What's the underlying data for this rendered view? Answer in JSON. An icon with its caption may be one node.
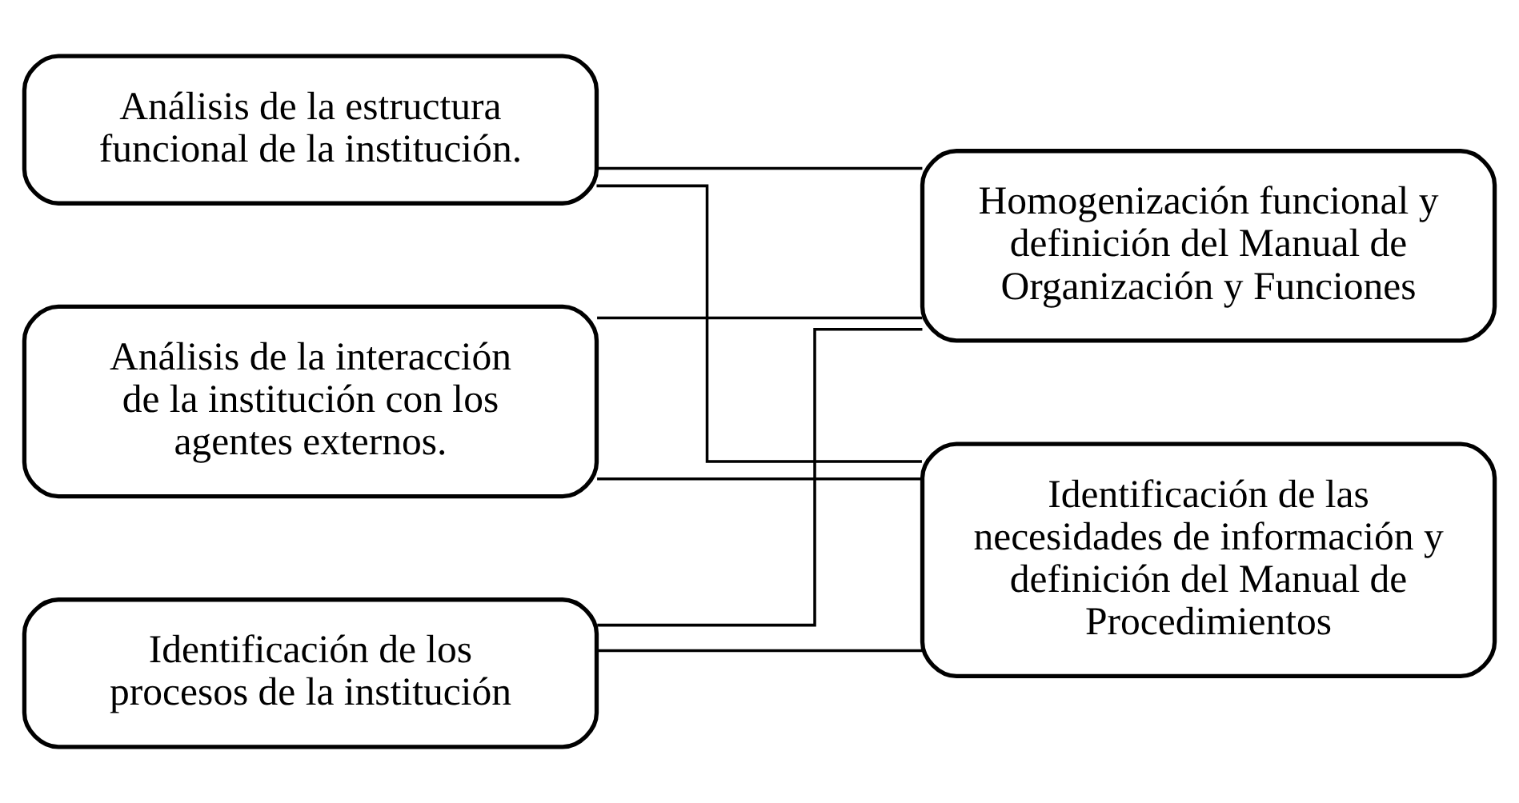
{
  "diagram": {
    "nodes": [
      {
        "text": [
          "Análisis de la estructura funcional de la institución."
        ]
      },
      {
        "text": [
          "Análisis de la interacción de la institución con los agentes externos."
        ]
      },
      {
        "text": [
          "Identificación de los procesos de la institución"
        ]
      },
      {
        "text": [
          "Homogenización funcional y definición del Manual de Organización y Funciones"
        ]
      },
      {
        "text": [
          "Identificación de las necesidades de información y definición del Manual de Procedimientos"
        ]
      }
    ],
    "edges": [
      {
        "from": 0,
        "to": 3,
        "arrow": "none"
      },
      {
        "from": 0,
        "to": 4,
        "arrow": "none"
      },
      {
        "from": 1,
        "to": 3,
        "arrow": "none"
      },
      {
        "from": 1,
        "to": 4,
        "arrow": "none"
      },
      {
        "from": 2,
        "to": 3,
        "arrow": "none"
      },
      {
        "from": 2,
        "to": 4,
        "arrow": "none"
      }
    ]
  }
}
